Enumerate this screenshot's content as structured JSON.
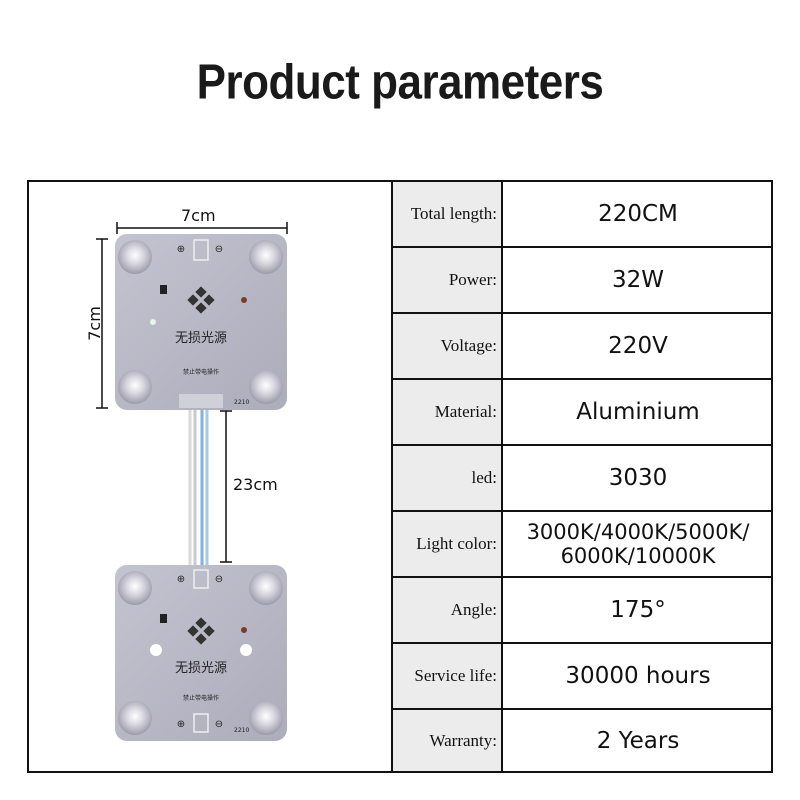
{
  "title": "Product parameters",
  "dimensions": {
    "width_label": "7cm",
    "height_label": "7cm",
    "wire_label": "23cm"
  },
  "board": {
    "brand_text": "无损光源",
    "warning_text": "禁止带电操作",
    "model_code": "2210",
    "color": "#b9b8c6"
  },
  "specs": [
    {
      "label": "Total length:",
      "value": "220CM"
    },
    {
      "label": "Power:",
      "value": "32W"
    },
    {
      "label": "Voltage:",
      "value": "220V"
    },
    {
      "label": "Material:",
      "value": "Aluminium"
    },
    {
      "label": "led:",
      "value": "3030"
    },
    {
      "label": "Light color:",
      "value": "3000K/4000K/5000K/ 6000K/10000K"
    },
    {
      "label": "Angle:",
      "value": "175°"
    },
    {
      "label": "Service life:",
      "value": "30000 hours"
    },
    {
      "label": "Warranty:",
      "value": "2 Years"
    }
  ]
}
